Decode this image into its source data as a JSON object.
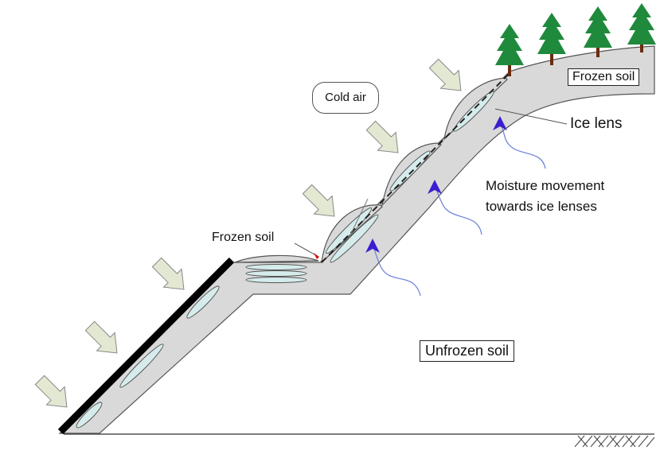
{
  "labels": {
    "frozen_soil_top": "Frozen soil",
    "ice_lens": "Ice lens",
    "cold_air": "Cold air",
    "moisture_movement_line1": "Moisture movement",
    "moisture_movement_line2": "towards ice lenses",
    "frozen_soil_mid": "Frozen soil",
    "unfrozen_soil": "Unfrozen soil"
  },
  "colors": {
    "soil_layer": "#d9d9d9",
    "ice_lens_fill": "#d6ecec",
    "cold_air_arrow": "#e3e8d2",
    "moisture_arrow": "#3a1fd0",
    "tree_green": "#1f8a3c",
    "tree_trunk": "#6b2b10",
    "facing": "#000000",
    "marker_red": "#cc1111"
  },
  "icons": [
    "cold-air-arrow-icon",
    "moisture-arrow-icon",
    "tree-icon",
    "ground-hatch-icon"
  ]
}
